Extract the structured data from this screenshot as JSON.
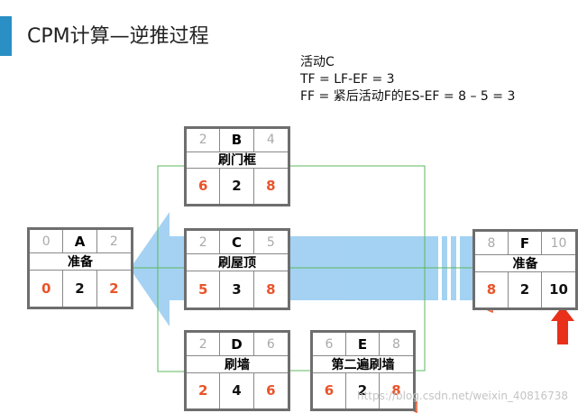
{
  "title": "CPM计算—逆推过程",
  "annotation": {
    "line1": "活动C",
    "line2": "TF = LF-EF = 3",
    "line3": "FF = 紧后活动F的ES-EF = 8 – 5 = 3"
  },
  "nodes": {
    "A": {
      "es": "0",
      "id": "A",
      "ef": "2",
      "name": "准备",
      "ls": "0",
      "dur": "2",
      "lf": "2"
    },
    "B": {
      "es": "2",
      "id": "B",
      "ef": "4",
      "name": "刷门框",
      "ls": "6",
      "dur": "2",
      "lf": "8"
    },
    "C": {
      "es": "2",
      "id": "C",
      "ef": "5",
      "name": "刷屋顶",
      "ls": "5",
      "dur": "3",
      "lf": "8"
    },
    "D": {
      "es": "2",
      "id": "D",
      "ef": "6",
      "name": "刷墙",
      "ls": "2",
      "dur": "4",
      "lf": "6"
    },
    "E": {
      "es": "6",
      "id": "E",
      "ef": "8",
      "name": "第二遍刷墙",
      "ls": "6",
      "dur": "2",
      "lf": "8"
    },
    "F": {
      "es": "8",
      "id": "F",
      "ef": "10",
      "name": "准备",
      "ls": "8",
      "dur": "2",
      "lf": "10"
    }
  },
  "watermark_text": "https://blog.csdn.net/weixin_40816738",
  "colors": {
    "accent": "#2a8fc4",
    "arrow": "#8ec7f0",
    "edge": "#5cb85c",
    "latest": "#e8542a",
    "up_arrow": "#e8301a"
  }
}
